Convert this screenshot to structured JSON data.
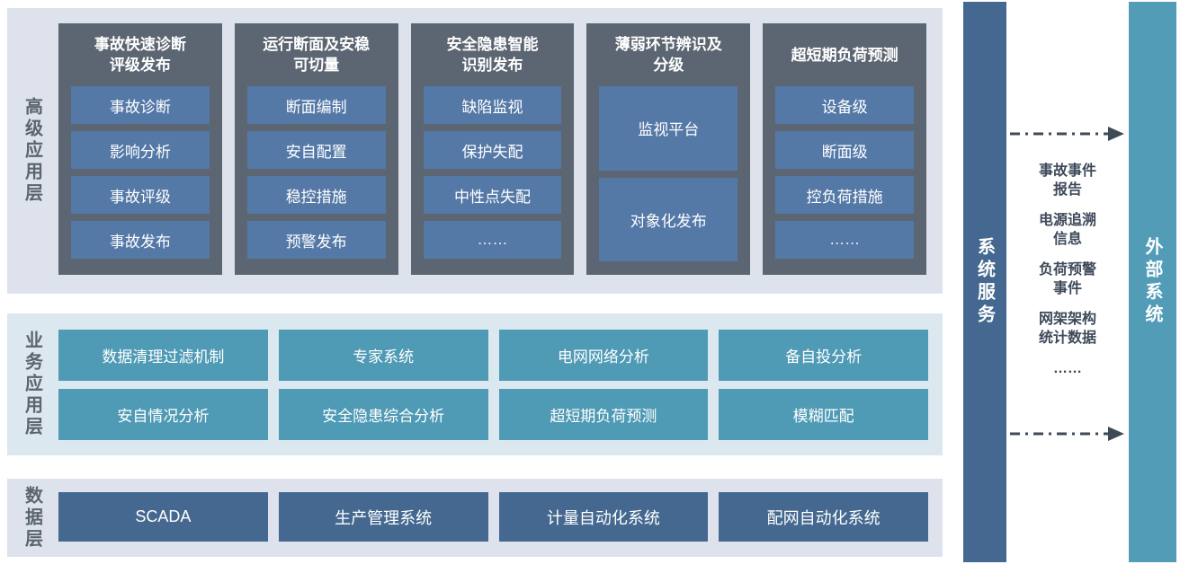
{
  "layers": {
    "advanced": {
      "label": "高级应用层",
      "columns": [
        {
          "title": "事故快速诊断\n评级发布",
          "items": [
            "事故诊断",
            "影响分析",
            "事故评级",
            "事故发布"
          ]
        },
        {
          "title": "运行断面及安稳\n可切量",
          "items": [
            "断面编制",
            "安自配置",
            "稳控措施",
            "预警发布"
          ]
        },
        {
          "title": "安全隐患智能\n识别发布",
          "items": [
            "缺陷监视",
            "保护失配",
            "中性点失配",
            "……"
          ]
        },
        {
          "title": "薄弱环节辨识及\n分级",
          "items": [
            "监视平台",
            "对象化发布"
          ]
        },
        {
          "title": "超短期负荷预测",
          "items": [
            "设备级",
            "断面级",
            "控负荷措施",
            "……"
          ]
        }
      ]
    },
    "business": {
      "label": "业务应用层",
      "boxes": [
        "数据清理过滤机制",
        "专家系统",
        "电网网络分析",
        "备自投分析",
        "安自情况分析",
        "安全隐患综合分析",
        "超短期负荷预测",
        "模糊匹配"
      ]
    },
    "data": {
      "label": "数据层",
      "boxes": [
        "SCADA",
        "生产管理系统",
        "计量自动化系统",
        "配网自动化系统"
      ]
    }
  },
  "right": {
    "system_service_label": "系统服务",
    "external_system_label": "外部系统",
    "exchange_items": [
      "事故事件\n报告",
      "电源追溯\n信息",
      "负荷预警\n事件",
      "网架架构\n统计数据",
      "……"
    ]
  },
  "colors": {
    "band_bg": "#dde2ec",
    "business_band_bg": "#dbe8f0",
    "column_bg": "#5c6572",
    "item_blue": "#5579a7",
    "business_teal": "#4f9ab5",
    "data_steel": "#44688f",
    "external_teal": "#529cb8",
    "arrow": "#3f4a57",
    "label_gray": "#5b6471"
  }
}
